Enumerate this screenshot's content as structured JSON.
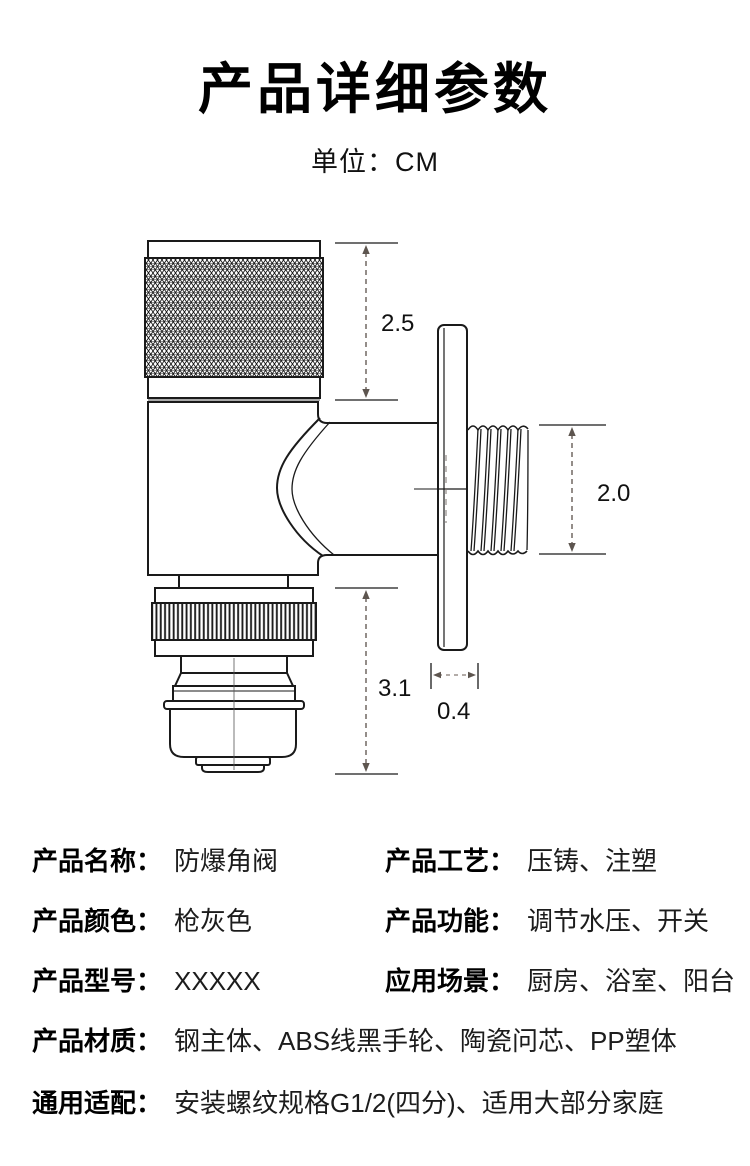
{
  "header": {
    "title": "产品详细参数",
    "unit_label": "单位：CM"
  },
  "diagram": {
    "dimensions": {
      "handle_height": "2.5",
      "thread_diameter": "2.0",
      "spout_section_height": "3.1",
      "flange_thickness": "0.4"
    }
  },
  "specs": {
    "rows": [
      {
        "left": {
          "label": "产品名称：",
          "value": "防爆角阀"
        },
        "right": {
          "label": "产品工艺：",
          "value": "压铸、注塑"
        }
      },
      {
        "left": {
          "label": "产品颜色：",
          "value": "枪灰色"
        },
        "right": {
          "label": "产品功能：",
          "value": "调节水压、开关"
        }
      },
      {
        "left": {
          "label": "产品型号：",
          "value": "XXXXX"
        },
        "right": {
          "label": "应用场景：",
          "value": "厨房、浴室、阳台"
        }
      },
      {
        "left": {
          "label": "产品材质：",
          "value": "钢主体、ABS线黑手轮、陶瓷问芯、PP塑体"
        }
      },
      {
        "left": {
          "label": "通用适配：",
          "value": "安装螺纹规格G1/2(四分)、适用大部分家庭"
        }
      }
    ]
  },
  "colors": {
    "ink": "#1a1a1a",
    "dimension_dash": "#7a716c"
  }
}
